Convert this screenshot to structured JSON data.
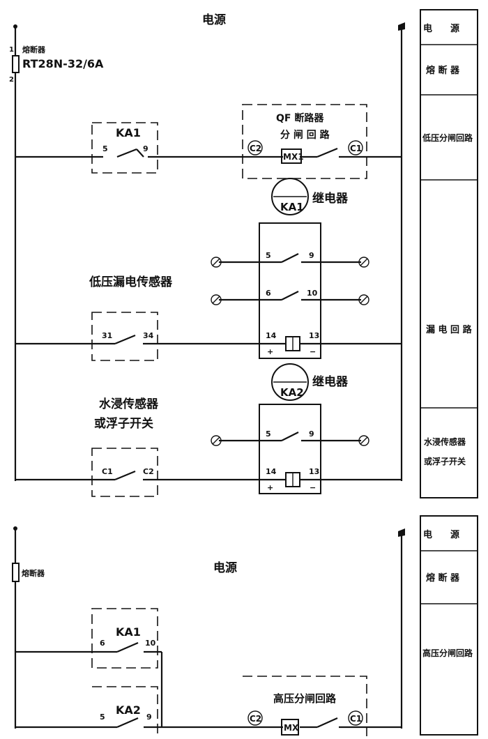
{
  "top": {
    "power_title": "电源",
    "fuse": {
      "label": "熔断器",
      "model": "RT28N-32/6A",
      "pin_top": "1",
      "pin_bottom": "2"
    },
    "ka1_contact": {
      "name": "KA1",
      "pin_left": "5",
      "pin_right": "9"
    },
    "qf": {
      "title": "QF 断路器",
      "subtitle": "分 闸 回 路",
      "c2": "C2",
      "c1": "C1",
      "mx": "MX1"
    },
    "relay1": {
      "name": "KA1",
      "label": "继电器"
    },
    "relay1_box": {
      "c1_left": "5",
      "c1_right": "9",
      "c2_left": "6",
      "c2_right": "10",
      "coil_left": "14",
      "coil_right": "13",
      "plus": "+",
      "minus": "−"
    },
    "leak_sensor": {
      "label": "低压漏电传感器",
      "pin_left": "31",
      "pin_right": "34"
    },
    "relay2": {
      "name": "KA2",
      "label": "继电器"
    },
    "relay2_box": {
      "c1_left": "5",
      "c1_right": "9",
      "coil_left": "14",
      "coil_right": "13",
      "plus": "+",
      "minus": "−"
    },
    "water_sensor": {
      "label_line1": "水浸传感器",
      "label_line2": "或浮子开关",
      "pin_left": "C1",
      "pin_right": "C2"
    }
  },
  "bottom": {
    "power_title": "电源",
    "fuse_label": "熔断器",
    "ka1": {
      "name": "KA1",
      "pin_left": "6",
      "pin_right": "10"
    },
    "ka2": {
      "name": "KA2",
      "pin_left": "5",
      "pin_right": "9"
    },
    "hv": {
      "title": "高压分闸回路",
      "c2": "C2",
      "c1": "C1",
      "mx": "MX"
    }
  },
  "legend_top": [
    {
      "text": "电　　源"
    },
    {
      "text": "熔 断 器"
    },
    {
      "text": "低压分闸回路"
    },
    {
      "text": "漏 电 回 路"
    },
    {
      "text": "水浸传感器"
    },
    {
      "text": "或浮子开关"
    }
  ],
  "legend_bottom": [
    {
      "text": "电　　源"
    },
    {
      "text": "熔 断 器"
    },
    {
      "text": "高压分闸回路"
    }
  ]
}
